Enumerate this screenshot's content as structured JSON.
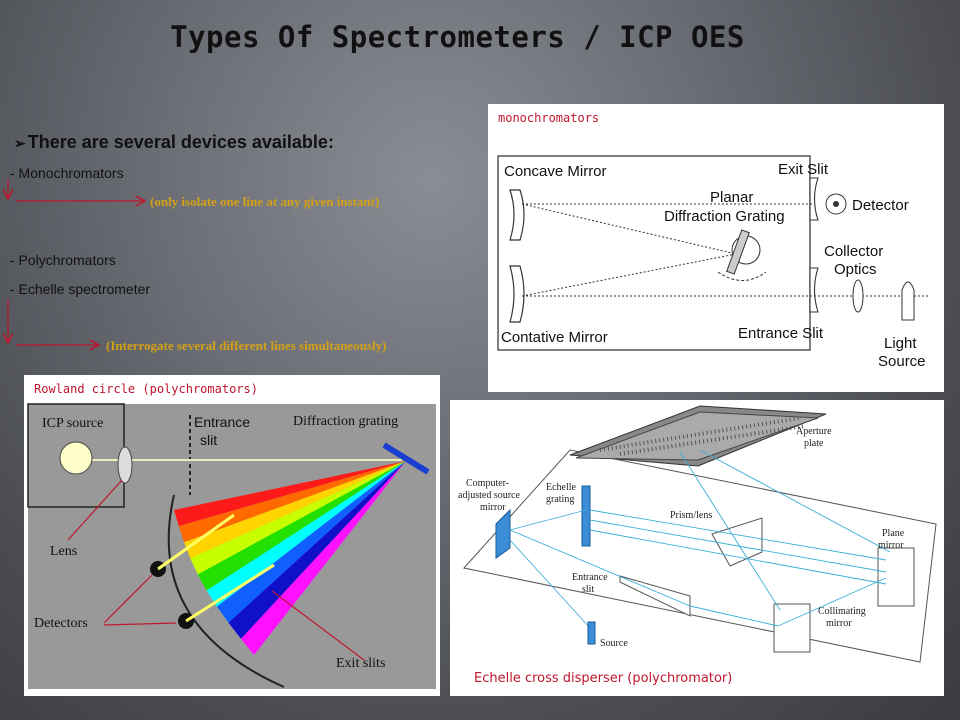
{
  "title": "Types Of Spectrometers / ICP OES",
  "intro": {
    "heading": "There are several devices available:",
    "mono_item": "- Monochromators",
    "mono_note": "(only isolate one line at any given instant)",
    "poly_item": "- Polychromators",
    "echelle_item": "- Echelle spectrometer",
    "poly_note": "(Interrogate several different lines simultaneously)"
  },
  "mono_panel": {
    "label": "monochromators",
    "concave_mirror": "Concave Mirror",
    "contative_mirror": "Contative Mirror",
    "exit_slit": "Exit Slit",
    "entrance_slit": "Entrance Slit",
    "planar": "Planar",
    "diffraction_grating": "Diffraction Grating",
    "detector": "Detector",
    "collector": "Collector",
    "optics": "Optics",
    "light": "Light",
    "source": "Source"
  },
  "rowland_panel": {
    "label": "Rowland circle (polychromators)",
    "icp_source": "ICP source",
    "entrance": "Entrance",
    "slit": "slit",
    "diffraction_grating": "Diffraction grating",
    "lens": "Lens",
    "detectors": "Detectors",
    "exit_slits": "Exit slits",
    "spectrum_colors": [
      "#ff1a1a",
      "#ff6a00",
      "#ffd400",
      "#c8ff00",
      "#22e000",
      "#00ffff",
      "#1060ff",
      "#1010c8",
      "#ff10ff"
    ]
  },
  "echelle_panel": {
    "label": "Echelle cross disperser (polychromator)",
    "aperture_plate_1": "Aperture",
    "aperture_plate_2": "plate",
    "computer_1": "Computer-",
    "computer_2": "adjusted source",
    "computer_3": "mirror",
    "echelle_1": "Echelle",
    "echelle_2": "grating",
    "prism_lens": "Prism/lens",
    "plane_1": "Plane",
    "plane_2": "mirror",
    "entrance_1": "Entrance",
    "entrance_2": "slit",
    "collimating_1": "Collimating",
    "collimating_2": "mirror",
    "source": "Source"
  }
}
